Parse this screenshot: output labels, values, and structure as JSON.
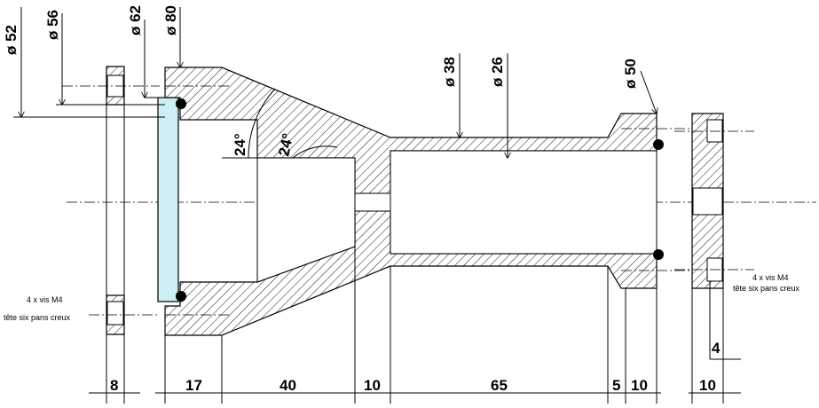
{
  "diameters": {
    "d52": "ø 52",
    "d56": "ø 56",
    "d62": "ø 62",
    "d80": "ø 80",
    "d38": "ø 38",
    "d26": "ø 26",
    "d50": "ø 50"
  },
  "angles": {
    "outer": "24°",
    "inner": "24°"
  },
  "notes": {
    "left_line1": "4 x vis M4",
    "left_line2": "tête six pans creux",
    "right_line1": "4 x vis M4",
    "right_line2": "tête six pans creux"
  },
  "dimensions": {
    "flange_left": "8",
    "seg1": "17",
    "seg2": "40",
    "seg3": "10",
    "seg4": "65",
    "seg5": "5",
    "seg6": "10",
    "flange_right": "10",
    "bolt_offset": "4"
  },
  "colors": {
    "window_fill": "#cdeef3",
    "hatch": "#000000",
    "line": "#000000"
  }
}
